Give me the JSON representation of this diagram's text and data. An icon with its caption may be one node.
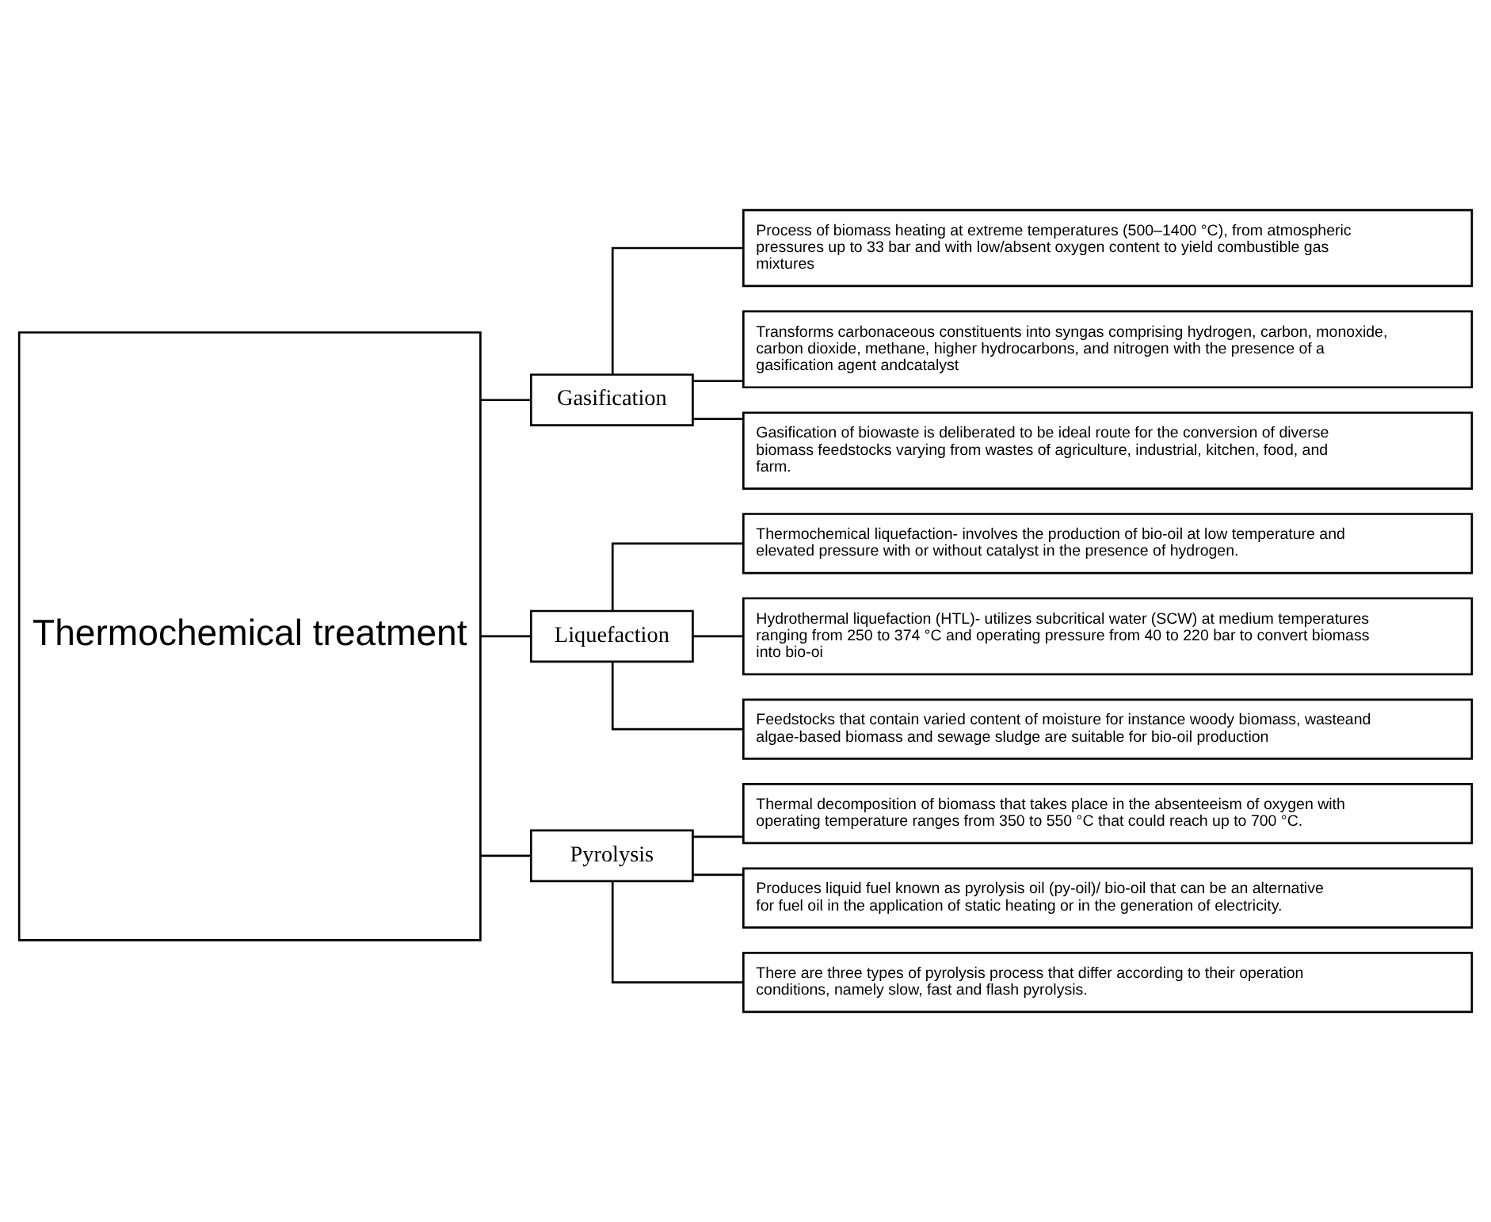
{
  "diagram": {
    "nodes": [
      {
        "text": [
          "Thermochemical treatment"
        ]
      },
      {
        "text": [
          "Gasification"
        ]
      },
      {
        "text": [
          "Process of biomass heating at extreme temperatures (500–1400 °C), from atmospheric pressures up to 33 bar and with low/absent oxygen content to yield combustible gas mixtures"
        ]
      },
      {
        "text": [
          "Transforms carbonaceous constituents into syngas comprising hydrogen, carbon, monoxide, carbon dioxide, methane, higher hydrocarbons, and nitrogen with the presence of a gasification agent andcatalyst"
        ]
      },
      {
        "text": [
          "Gasification of biowaste is deliberated to be ideal route for the conversion of diverse biomass feedstocks varying from wastes of agriculture, industrial, kitchen, food, and farm."
        ]
      },
      {
        "text": [
          "Liquefaction"
        ]
      },
      {
        "text": [
          "Thermochemical liquefaction- involves the production of bio-oil at low temperature and elevated pressure with or without catalyst in the presence of hydrogen."
        ]
      },
      {
        "text": [
          "Hydrothermal liquefaction (HTL)- utilizes subcritical water (SCW) at medium temperatures ranging from 250 to 374 °C and operating pressure from 40 to 220 bar to convert biomass into bio-oi"
        ]
      },
      {
        "text": [
          "Feedstocks that contain varied content of moisture for instance woody biomass, wasteand algae-based biomass and sewage sludge are suitable for bio-oil production"
        ]
      },
      {
        "text": [
          "Pyrolysis"
        ]
      },
      {
        "text": [
          "Thermal decomposition of biomass that takes place in the absenteeism of oxygen with operating temperature ranges from 350 to 550 °C that could reach up to 700 °C."
        ]
      },
      {
        "text": [
          "Produces liquid fuel known as pyrolysis oil (py-oil)/ bio-oil that can be an alternative for fuel oil in the application of static heating or in the generation of electricity."
        ]
      },
      {
        "text": [
          "There are three types of pyrolysis process that differ according to their operation conditions, namely slow, fast and flash pyrolysis."
        ]
      }
    ],
    "edges": [
      {
        "from": 0,
        "to": 1,
        "arrow": "none"
      },
      {
        "from": 0,
        "to": 5,
        "arrow": "none"
      },
      {
        "from": 0,
        "to": 9,
        "arrow": "none"
      },
      {
        "from": 1,
        "to": 2,
        "arrow": "none"
      },
      {
        "from": 1,
        "to": 3,
        "arrow": "none"
      },
      {
        "from": 1,
        "to": 4,
        "arrow": "none"
      },
      {
        "from": 5,
        "to": 6,
        "arrow": "none"
      },
      {
        "from": 5,
        "to": 7,
        "arrow": "none"
      },
      {
        "from": 5,
        "to": 8,
        "arrow": "none"
      },
      {
        "from": 9,
        "to": 10,
        "arrow": "none"
      },
      {
        "from": 9,
        "to": 11,
        "arrow": "none"
      },
      {
        "from": 9,
        "to": 12,
        "arrow": "none"
      }
    ]
  }
}
